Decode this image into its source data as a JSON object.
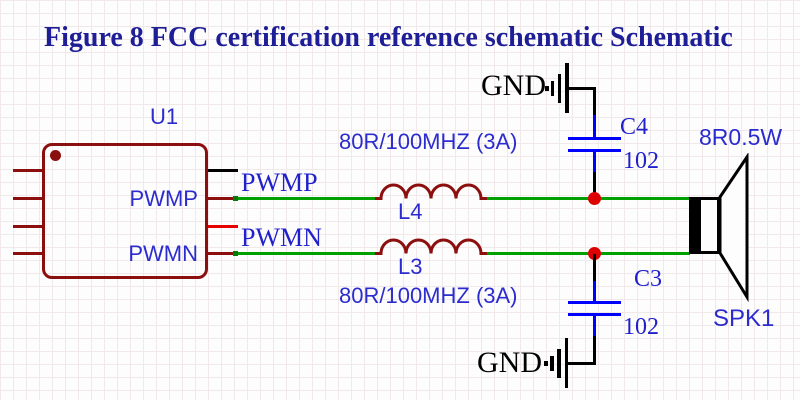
{
  "title": "Figure 8 FCC certification reference schematic Schematic",
  "components": {
    "u1": {
      "ref": "U1",
      "pin_pwmp": "PWMP",
      "pin_pwmn": "PWMN"
    },
    "l4": {
      "ref": "L4",
      "value": "80R/100MHZ (3A)"
    },
    "l3": {
      "ref": "L3",
      "value": "80R/100MHZ (3A)"
    },
    "c4": {
      "ref": "C4",
      "value": "102"
    },
    "c3": {
      "ref": "C3",
      "value": "102"
    },
    "spk1": {
      "ref": "SPK1",
      "value": "8R0.5W"
    },
    "gnd_top": {
      "label": "GND"
    },
    "gnd_bottom": {
      "label": "GND"
    }
  },
  "net_labels": {
    "pwmp": "PWMP",
    "pwmn": "PWMN"
  },
  "colors": {
    "wire_green": "#00a000",
    "component_maroon": "#8c0f0f",
    "capacitor_blue": "#0000ff",
    "junction_red": "#dd0000",
    "stub_red": "#e60000",
    "label_blue": "#2b2bcf",
    "net_label_blue": "#2121cc",
    "title_navy": "#1e1e96",
    "ground_black": "#000000"
  }
}
